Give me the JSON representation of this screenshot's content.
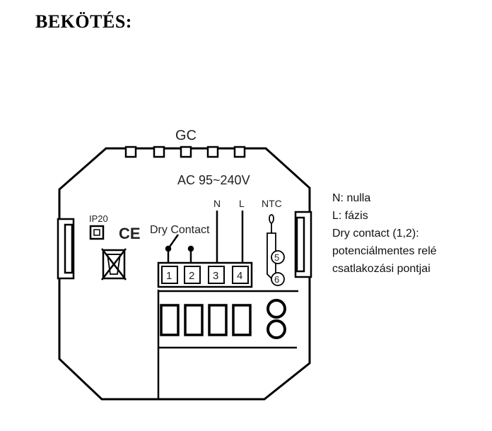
{
  "title": "BEKÖTÉS:",
  "device": {
    "brand_code": "GC",
    "voltage": "AC 95~240V",
    "ip_rating": "IP20",
    "ce_mark": "CE",
    "dry_contact_label": "Dry Contact",
    "wire_n": "N",
    "wire_l": "L",
    "ntc_label": "NTC",
    "terminals": [
      "1",
      "2",
      "3",
      "4"
    ],
    "sensor_terminals": [
      "5",
      "6"
    ]
  },
  "legend": {
    "lines": [
      "N: nulla",
      "L: fázis",
      "Dry contact (1,2):",
      "potenciálmentes relé",
      "csatlakozási pontjai"
    ]
  }
}
